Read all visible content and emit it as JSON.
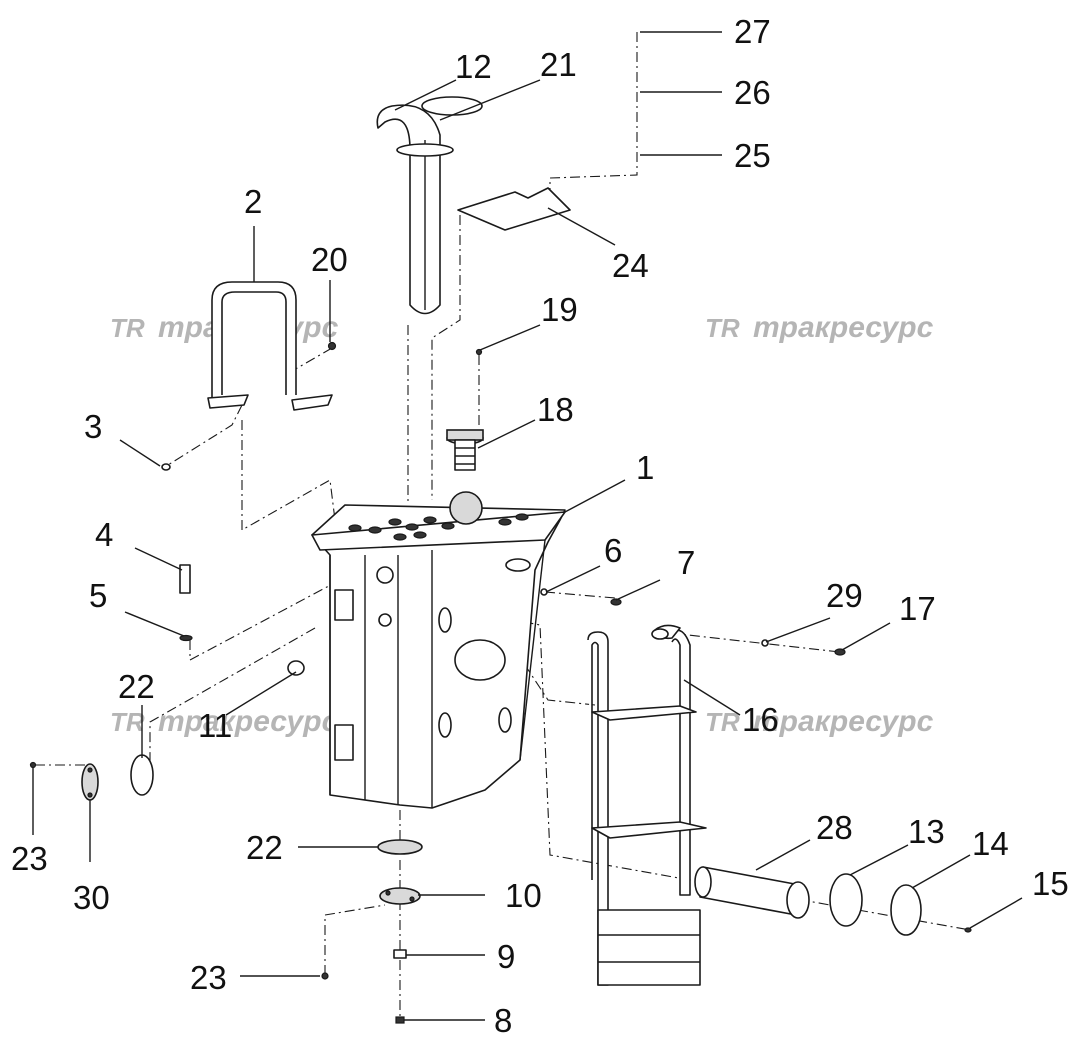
{
  "watermark": {
    "logo": "TR",
    "text": "тракресурс"
  },
  "callouts": [
    {
      "id": "c1",
      "label": "1"
    },
    {
      "id": "c2",
      "label": "2"
    },
    {
      "id": "c3",
      "label": "3"
    },
    {
      "id": "c4",
      "label": "4"
    },
    {
      "id": "c5",
      "label": "5"
    },
    {
      "id": "c6",
      "label": "6"
    },
    {
      "id": "c7",
      "label": "7"
    },
    {
      "id": "c8",
      "label": "8"
    },
    {
      "id": "c9",
      "label": "9"
    },
    {
      "id": "c10",
      "label": "10"
    },
    {
      "id": "c11",
      "label": "11"
    },
    {
      "id": "c12",
      "label": "12"
    },
    {
      "id": "c13",
      "label": "13"
    },
    {
      "id": "c14",
      "label": "14"
    },
    {
      "id": "c15",
      "label": "15"
    },
    {
      "id": "c16",
      "label": "16"
    },
    {
      "id": "c17",
      "label": "17"
    },
    {
      "id": "c18",
      "label": "18"
    },
    {
      "id": "c19",
      "label": "19"
    },
    {
      "id": "c20",
      "label": "20"
    },
    {
      "id": "c21",
      "label": "21"
    },
    {
      "id": "c22a",
      "label": "22"
    },
    {
      "id": "c22b",
      "label": "22"
    },
    {
      "id": "c23a",
      "label": "23"
    },
    {
      "id": "c23b",
      "label": "23"
    },
    {
      "id": "c24",
      "label": "24"
    },
    {
      "id": "c25",
      "label": "25"
    },
    {
      "id": "c26",
      "label": "26"
    },
    {
      "id": "c27",
      "label": "27"
    },
    {
      "id": "c28",
      "label": "28"
    },
    {
      "id": "c29",
      "label": "29"
    },
    {
      "id": "c30",
      "label": "30"
    }
  ]
}
